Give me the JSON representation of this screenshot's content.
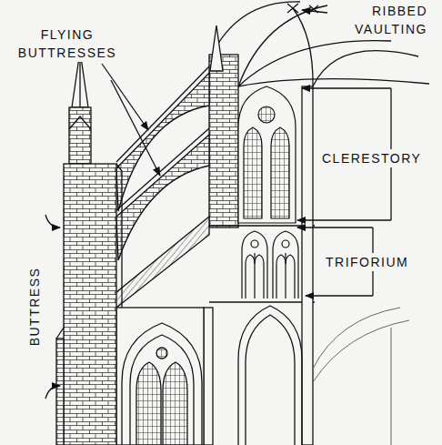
{
  "diagram": {
    "labels": [
      "FLYING BUTTRESSES",
      "RIBBED VAULTING",
      "CLERESTORY",
      "TRIFORIUM",
      "BUTTRESS"
    ]
  }
}
